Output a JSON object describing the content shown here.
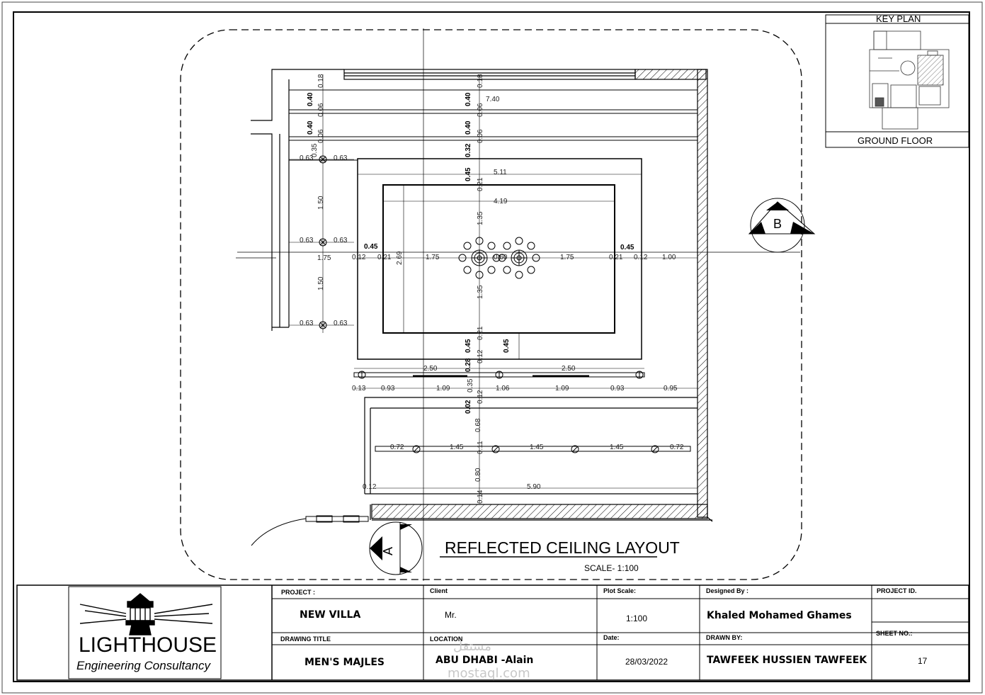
{
  "drawing": {
    "title": "REFLECTED CEILING LAYOUT",
    "scale_text": "SCALE- 1:100",
    "section_b": "B",
    "section_a": "A"
  },
  "key_plan": {
    "title": "KEY PLAN",
    "floor": "GROUND FLOOR"
  },
  "dimensions": {
    "top_018": "0.18",
    "d040a": "0.40",
    "d740": "7.40",
    "d006a": "0.06",
    "d040b": "0.40",
    "d040c": "0.40",
    "d040d": "0.40",
    "d035": "0.35",
    "d006b": "0.06",
    "d032": "0.32",
    "d063a": "0.63",
    "d063b": "0.63",
    "d045a": "0.45",
    "d511": "5.11",
    "d021a": "0.21",
    "d419": "4.19",
    "d150a": "1.50",
    "d135a": "1.35",
    "d063c": "0.63",
    "d063d": "0.63",
    "d045l": "0.45",
    "d045r": "0.45",
    "d175l": "1.75",
    "d012l": "0.12",
    "d021l": "0.21",
    "d269": "2.69",
    "d175m": "1.75",
    "d060": "0.60",
    "d175r": "1.75",
    "d021r": "0.21",
    "d012r": "0.12",
    "d100": "1.00",
    "d135b": "1.35",
    "d150b": "1.50",
    "d063e": "0.63",
    "d063f": "0.63",
    "d021b": "0.21",
    "d045b": "0.45",
    "d045c": "0.45",
    "d012b": "0.12",
    "d028": "0.28",
    "d250a": "2.50",
    "d250b": "2.50",
    "d013": "0.13",
    "d093a": "0.93",
    "d109a": "1.09",
    "d035b": "0.35",
    "d106": "1.06",
    "d109b": "1.09",
    "d093b": "0.93",
    "d095": "0.95",
    "d012c": "0.12",
    "d002": "0.02",
    "d068": "0.68",
    "d072a": "0.72",
    "d145a": "1.45",
    "d011": "0.11",
    "d145b": "1.45",
    "d145c": "1.45",
    "d072b": "0.72",
    "d080": "0.80",
    "d012d": "0.12",
    "d590": "5.90",
    "d014": "0.14"
  },
  "title_block": {
    "logo_main": "LIGHTHOUSE",
    "logo_sub": "Engineering Consultancy",
    "project_label": "PROJECT :",
    "project_value": "NEW VILLA",
    "client_label": "Client",
    "client_value": "Mr.",
    "plot_scale_label": "Plot Scale:",
    "plot_scale_value": "1:100",
    "designed_by_label": "Designed By :",
    "designed_by_value": "Khaled Mohamed Ghames",
    "project_id_label": "PROJECT ID.",
    "drawing_title_label": "DRAWING TITLE",
    "drawing_title_value": "MEN'S MAJLES",
    "location_label": "LOCATION",
    "location_value": "ABU DHABI -Alain",
    "date_label": "Date:",
    "date_value": "28/03/2022",
    "drawn_by_label": "DRAWN BY:",
    "drawn_by_value": "TAWFEEK HUSSIEN TAWFEEK",
    "sheet_no_label": "SHEET NO.:",
    "sheet_no_value": "17"
  },
  "watermark": {
    "arabic": "مستقل",
    "latin": "mostaql.com"
  }
}
